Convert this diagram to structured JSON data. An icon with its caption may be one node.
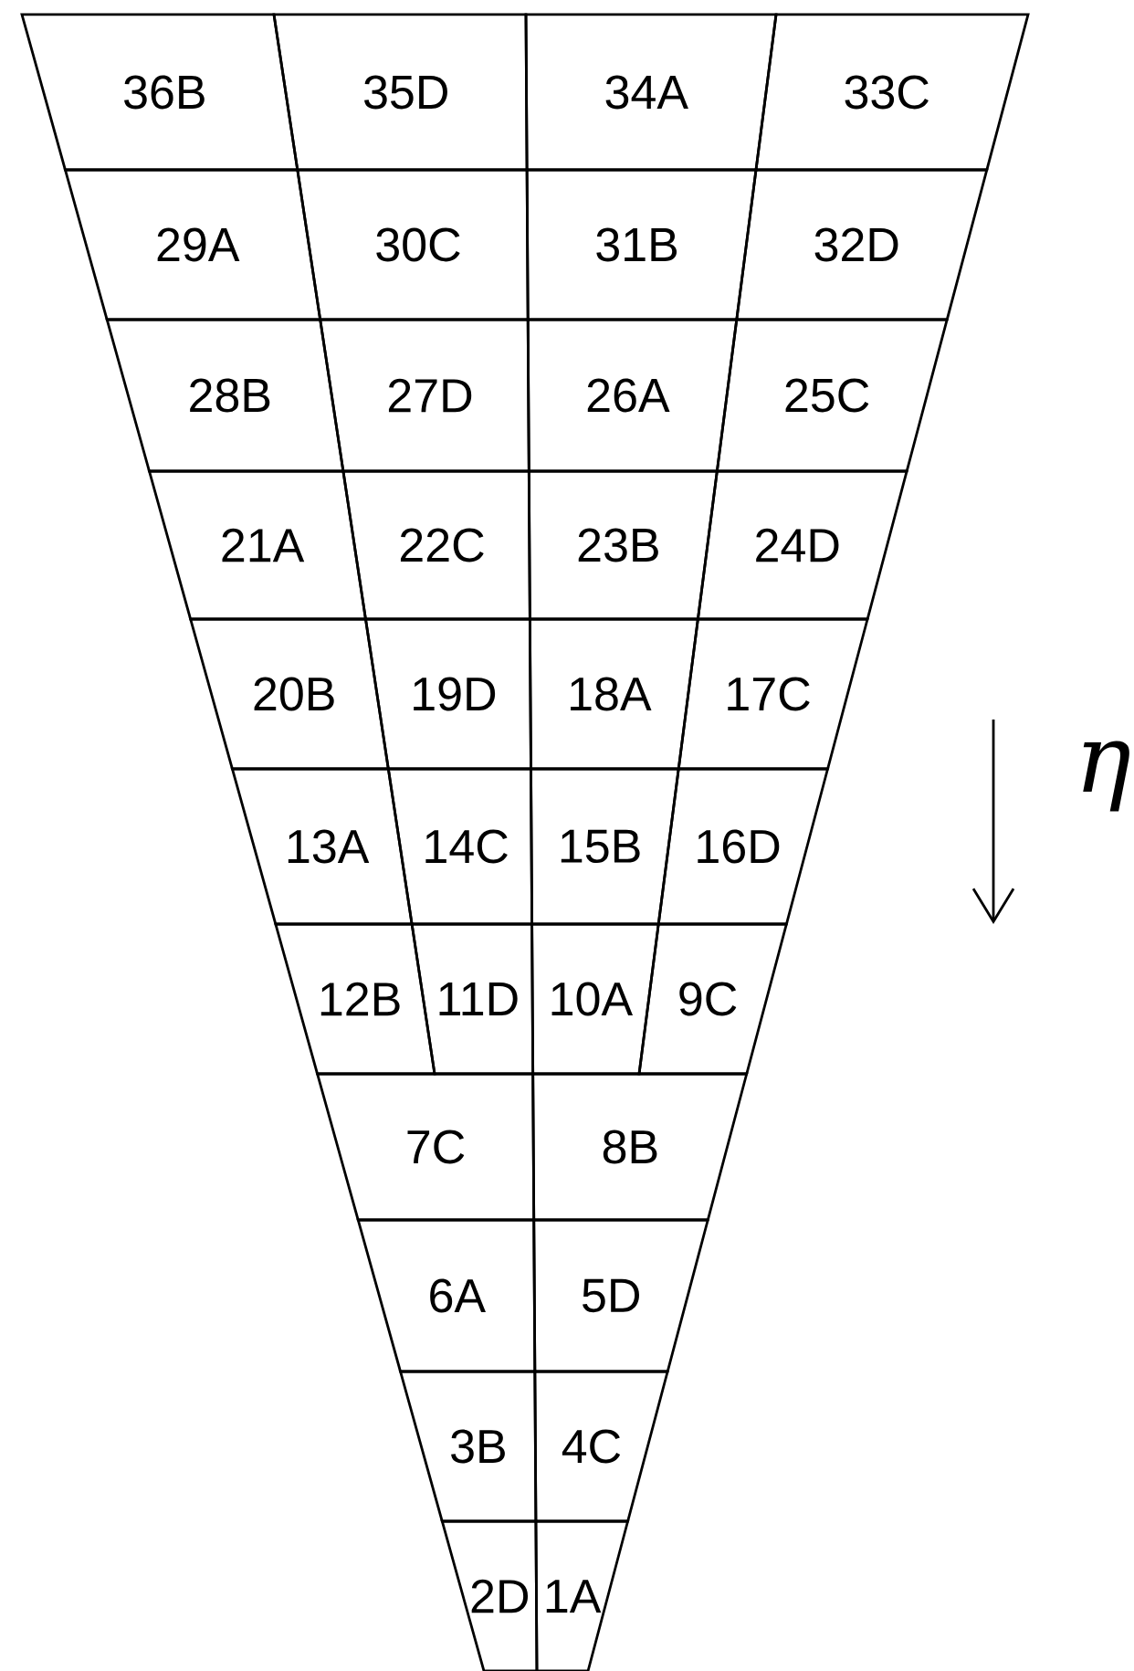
{
  "diagram": {
    "nodes": [
      {
        "text": [
          "36B"
        ]
      },
      {
        "text": [
          "35D"
        ]
      },
      {
        "text": [
          "34A"
        ]
      },
      {
        "text": [
          "33C"
        ]
      },
      {
        "text": [
          "29A"
        ]
      },
      {
        "text": [
          "30C"
        ]
      },
      {
        "text": [
          "31B"
        ]
      },
      {
        "text": [
          "32D"
        ]
      },
      {
        "text": [
          "28B"
        ]
      },
      {
        "text": [
          "27D"
        ]
      },
      {
        "text": [
          "26A"
        ]
      },
      {
        "text": [
          "25C"
        ]
      },
      {
        "text": [
          "21A"
        ]
      },
      {
        "text": [
          "22C"
        ]
      },
      {
        "text": [
          "23B"
        ]
      },
      {
        "text": [
          "24D"
        ]
      },
      {
        "text": [
          "20B"
        ]
      },
      {
        "text": [
          "19D"
        ]
      },
      {
        "text": [
          "18A"
        ]
      },
      {
        "text": [
          "17C"
        ]
      },
      {
        "text": [
          "13A"
        ]
      },
      {
        "text": [
          "14C"
        ]
      },
      {
        "text": [
          "15B"
        ]
      },
      {
        "text": [
          "16D"
        ]
      },
      {
        "text": [
          "12B"
        ]
      },
      {
        "text": [
          "11D"
        ]
      },
      {
        "text": [
          "10A"
        ]
      },
      {
        "text": [
          "9C"
        ]
      },
      {
        "text": [
          "7C"
        ]
      },
      {
        "text": [
          "8B"
        ]
      },
      {
        "text": [
          "6A"
        ]
      },
      {
        "text": [
          "5D"
        ]
      },
      {
        "text": [
          "3B"
        ]
      },
      {
        "text": [
          "4C"
        ]
      },
      {
        "text": [
          "2D"
        ]
      },
      {
        "text": [
          "1A"
        ]
      }
    ],
    "labels": [
      "η"
    ]
  }
}
